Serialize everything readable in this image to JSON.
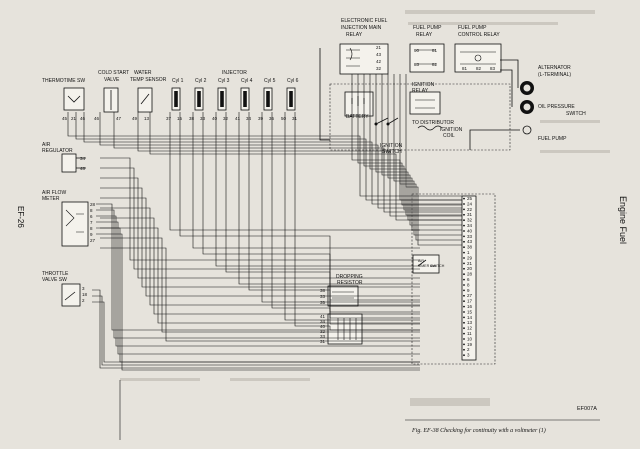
{
  "section_title": "Engine Fuel",
  "page_number": "EF-26",
  "caption": "Fig. EF-38  Checking for continuity with a voltmeter (1)",
  "labels": {
    "efi_relay_1": "ELECTRONIC FUEL",
    "efi_relay_2": "INJECTION MAIN",
    "efi_relay_3": "RELAY",
    "fuel_pump_relay_1": "FUEL PUMP",
    "fuel_pump_relay_2": "RELAY",
    "fp_control_relay_1": "FUEL PUMP",
    "fp_control_relay_2": "CONTROL RELAY",
    "alternator_1": "ALTERNATOR",
    "alternator_2": "(L-TERMINAL)",
    "oil_pressure_1": "OIL PRESSURE",
    "oil_pressure_2": "SWITCH",
    "fuel_pump": "FUEL PUMP",
    "ignition_relay_1": "IGNITION",
    "ignition_relay_2": "RELAY",
    "battery": "BATTERY",
    "to_distributor": "TO DISTRIBUTOR",
    "ignition_coil_1": "IGNITION",
    "ignition_coil_2": "COIL",
    "ignition_switch_1": "IGNITION",
    "ignition_switch_2": "SWITCH",
    "thermotime_sw": "THERMOTIME SW",
    "cold_start_1": "COLD START",
    "cold_start_2": "VALVE",
    "water_temp_1": "WATER",
    "water_temp_2": "TEMP SENSOR",
    "injector": "INJECTOR",
    "air_regulator_1": "AIR",
    "air_regulator_2": "REGULATOR",
    "air_flow_1": "AIR FLOW",
    "air_flow_2": "METER",
    "throttle_1": "THROTTLE",
    "throttle_2": "VALVE SW",
    "dropping_1": "DROPPING",
    "dropping_2": "RESISTOR",
    "air_timer_1": "AIR",
    "air_timer_2": "TIMER SWITCH",
    "figure_code": "EF007A"
  },
  "injectors": [
    {
      "name": "Cyl 1",
      "pins": [
        "37",
        "15"
      ]
    },
    {
      "name": "Cyl 2",
      "pins": [
        "38",
        "33"
      ]
    },
    {
      "name": "Cyl 3",
      "pins": [
        "40",
        "32"
      ]
    },
    {
      "name": "Cyl 4",
      "pins": [
        "41",
        "34"
      ]
    },
    {
      "name": "Cyl 5",
      "pins": [
        "39",
        "36"
      ]
    },
    {
      "name": "Cyl 6",
      "pins": [
        "50",
        "31"
      ]
    }
  ],
  "component_pins": {
    "thermotime": [
      "45",
      "21",
      "46"
    ],
    "cold_start": [
      "46",
      "47"
    ],
    "water_temp": [
      "49",
      "13"
    ],
    "air_regulator": [
      "34",
      "48"
    ],
    "air_flow_meter": [
      "28",
      "8",
      "6",
      "7",
      "8",
      "9",
      "27"
    ],
    "throttle": [
      "3",
      "18",
      "2"
    ],
    "dropping_resistor": [
      "38",
      "33",
      "35"
    ],
    "resistor_pack": [
      "41",
      "34",
      "40",
      "32",
      "33",
      "31"
    ],
    "efi_relay": [
      "21",
      "43",
      "42",
      "32"
    ],
    "fuel_pump_relay": [
      "90",
      "81",
      "83",
      "82"
    ],
    "fp_control_relay": [
      "81",
      "82",
      "83"
    ]
  },
  "ecu_pins": [
    "25",
    "24",
    "22",
    "31",
    "32",
    "34",
    "40",
    "33",
    "43",
    "38",
    "1",
    "29",
    "21",
    "20",
    "28",
    "6",
    "8",
    "9",
    "27",
    "17",
    "16",
    "15",
    "14",
    "13",
    "12",
    "11",
    "10",
    "19",
    "2",
    "3"
  ]
}
